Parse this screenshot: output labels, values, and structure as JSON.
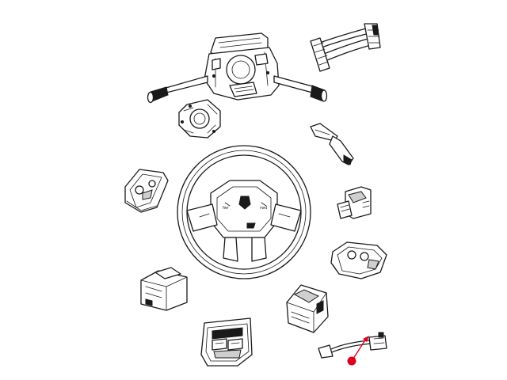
{
  "diagram": {
    "parts": [
      {
        "name": "multifunction-switch-assembly"
      },
      {
        "name": "wiring-harness"
      },
      {
        "name": "clockspring"
      },
      {
        "name": "paddle-shifter"
      },
      {
        "name": "left-steering-wheel-switch"
      },
      {
        "name": "steering-wheel"
      },
      {
        "name": "connector-switch"
      },
      {
        "name": "right-steering-wheel-switch"
      },
      {
        "name": "switch-module-left"
      },
      {
        "name": "switch-module-lower"
      },
      {
        "name": "control-module-lower"
      },
      {
        "name": "wiring-pigtail"
      }
    ],
    "steering_wheel_labels": {
      "left": "fwr",
      "right": "rwd"
    },
    "highlight": {
      "target": "wiring-pigtail",
      "color": "#e0001b"
    }
  }
}
